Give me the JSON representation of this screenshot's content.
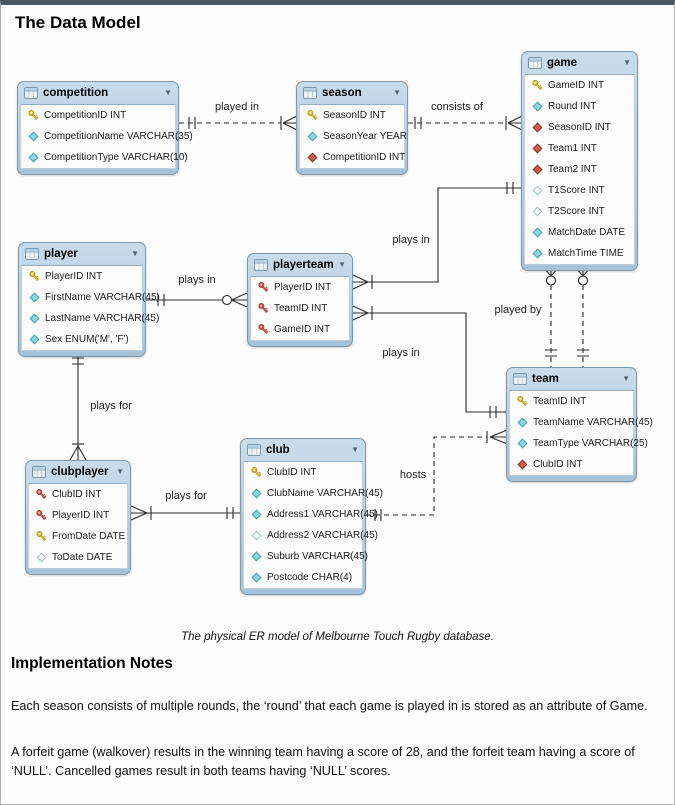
{
  "page": {
    "title": "The Data Model",
    "caption": "The physical ER model of Melbourne Touch Rugby database.",
    "notes_heading": "Implementation Notes",
    "notes_paragraphs": [
      "Each season consists of multiple rounds, the ‘round’ that each game is played in is stored as an attribute of Game.",
      "A forfeit game (walkover) results in the winning team having a score of 28, and the forfeit team having a score of ‘NULL’. Cancelled games result in both teams having ‘NULL’ scores."
    ]
  },
  "icons": {
    "caret": "▼"
  },
  "colors": {
    "header_blue_top": "#c9dcec",
    "header_blue_bottom": "#a6c2d8",
    "box_border": "#7f98ac",
    "key_yellow": "#edc92c",
    "key_red": "#d95f4c",
    "diamond_cyan": "#8ed7df",
    "diamond_red": "#c95f50",
    "line_color": "#2a2a2a",
    "top_bar": "#4a5863"
  },
  "entities": [
    {
      "id": "competition",
      "name": "competition",
      "fields": [
        {
          "icon": "pk",
          "text": "CompetitionID INT"
        },
        {
          "icon": "attr",
          "text": "CompetitionName VARCHAR(35)"
        },
        {
          "icon": "attr",
          "text": "CompetitionType VARCHAR(10)"
        }
      ]
    },
    {
      "id": "season",
      "name": "season",
      "fields": [
        {
          "icon": "pk",
          "text": "SeasonID INT"
        },
        {
          "icon": "attr",
          "text": "SeasonYear YEAR"
        },
        {
          "icon": "fk",
          "text": "CompetitionID INT"
        }
      ]
    },
    {
      "id": "game",
      "name": "game",
      "fields": [
        {
          "icon": "pk",
          "text": "GameID INT"
        },
        {
          "icon": "attr",
          "text": "Round INT"
        },
        {
          "icon": "fk",
          "text": "SeasonID INT"
        },
        {
          "icon": "fk",
          "text": "Team1 INT"
        },
        {
          "icon": "fk",
          "text": "Team2 INT"
        },
        {
          "icon": "attr_null",
          "text": "T1Score INT"
        },
        {
          "icon": "attr_null",
          "text": "T2Score INT"
        },
        {
          "icon": "attr",
          "text": "MatchDate DATE"
        },
        {
          "icon": "attr",
          "text": "MatchTime TIME"
        }
      ]
    },
    {
      "id": "player",
      "name": "player",
      "fields": [
        {
          "icon": "pk",
          "text": "PlayerID INT"
        },
        {
          "icon": "attr",
          "text": "FirstName VARCHAR(45)"
        },
        {
          "icon": "attr",
          "text": "LastName VARCHAR(45)"
        },
        {
          "icon": "attr",
          "text": "Sex ENUM('M', 'F')"
        }
      ]
    },
    {
      "id": "playerteam",
      "name": "playerteam",
      "fields": [
        {
          "icon": "pkfk",
          "text": "PlayerID INT"
        },
        {
          "icon": "pkfk",
          "text": "TeamID INT"
        },
        {
          "icon": "pkfk",
          "text": "GameID INT"
        }
      ]
    },
    {
      "id": "team",
      "name": "team",
      "fields": [
        {
          "icon": "pk",
          "text": "TeamID INT"
        },
        {
          "icon": "attr",
          "text": "TeamName VARCHAR(45)"
        },
        {
          "icon": "attr",
          "text": "TeamType VARCHAR(25)"
        },
        {
          "icon": "fk",
          "text": "ClubID INT"
        }
      ]
    },
    {
      "id": "clubplayer",
      "name": "clubplayer",
      "fields": [
        {
          "icon": "pkfk",
          "text": "ClubID INT"
        },
        {
          "icon": "pkfk",
          "text": "PlayerID INT"
        },
        {
          "icon": "pk",
          "text": "FromDate DATE"
        },
        {
          "icon": "attr_null",
          "text": "ToDate DATE"
        }
      ]
    },
    {
      "id": "club",
      "name": "club",
      "fields": [
        {
          "icon": "pk",
          "text": "ClubID INT"
        },
        {
          "icon": "attr",
          "text": "ClubName VARCHAR(45)"
        },
        {
          "icon": "attr",
          "text": "Address1 VARCHAR(45)"
        },
        {
          "icon": "attr_null",
          "text": "Address2 VARCHAR(45)"
        },
        {
          "icon": "attr",
          "text": "Suburb VARCHAR(45)"
        },
        {
          "icon": "attr",
          "text": "Postcode CHAR(4)"
        }
      ]
    }
  ],
  "relationships": [
    {
      "label": "played in",
      "from": "competition",
      "to": "season",
      "line": "dashed"
    },
    {
      "label": "consists of",
      "from": "season",
      "to": "game",
      "line": "dashed"
    },
    {
      "label": "plays in",
      "from": "player",
      "to": "playerteam",
      "line": "solid"
    },
    {
      "label": "plays in",
      "from": "playerteam",
      "to": "game",
      "line": "solid"
    },
    {
      "label": "played by",
      "from": "game",
      "to": "team",
      "line": "dashed"
    },
    {
      "label": "plays in",
      "from": "playerteam",
      "to": "team",
      "line": "solid"
    },
    {
      "label": "plays for",
      "from": "player",
      "to": "clubplayer",
      "line": "solid"
    },
    {
      "label": "plays for",
      "from": "clubplayer",
      "to": "club",
      "line": "solid"
    },
    {
      "label": "hosts",
      "from": "club",
      "to": "team",
      "line": "dashed"
    }
  ]
}
